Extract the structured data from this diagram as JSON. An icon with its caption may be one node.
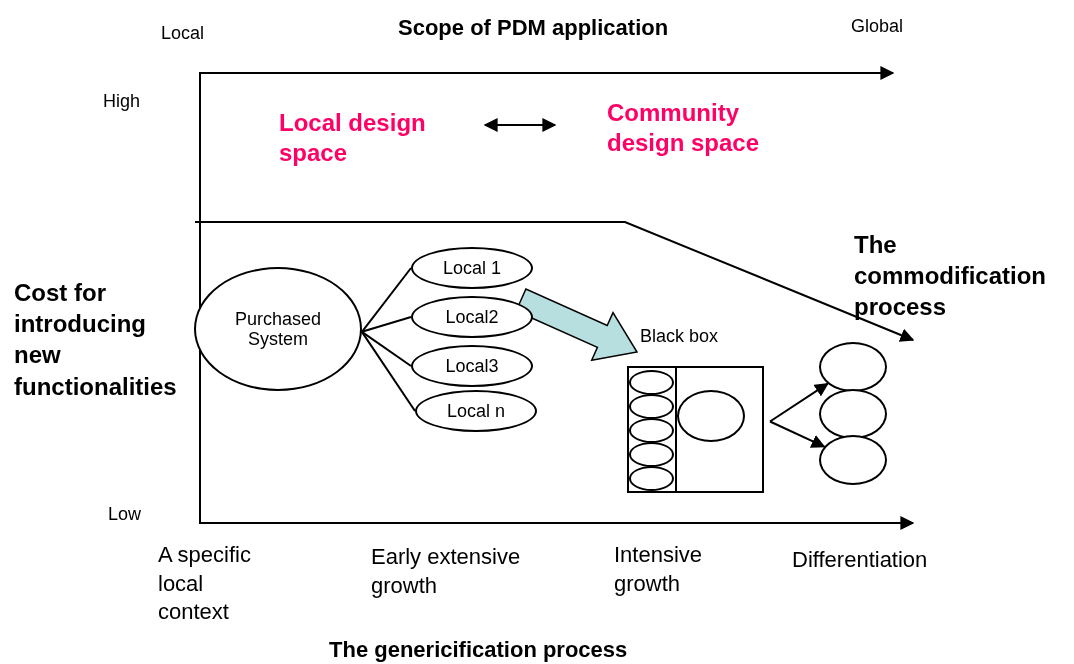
{
  "diagram": {
    "nodes": [
      {
        "text": [
          "Local design space"
        ]
      },
      {
        "text": [
          "Community design space"
        ]
      },
      {
        "text": [
          "Purchased System"
        ]
      },
      {
        "text": [
          "Local 1"
        ]
      },
      {
        "text": [
          "Local2"
        ]
      },
      {
        "text": [
          "Local3"
        ]
      },
      {
        "text": [
          "Local n"
        ]
      },
      {
        "text": [
          "Black box"
        ]
      },
      {
        "text": [],
        "shape": "circle",
        "in": 7
      },
      {
        "text": [],
        "shape": "circle",
        "in": 7
      },
      {
        "text": [],
        "shape": "circle",
        "in": 7
      },
      {
        "text": [],
        "shape": "circle",
        "in": 7
      },
      {
        "text": [],
        "shape": "circle",
        "in": 7
      },
      {
        "text": [],
        "shape": "circle",
        "in": 7
      },
      {
        "text": [],
        "shape": "circle"
      },
      {
        "text": [],
        "shape": "circle"
      },
      {
        "text": [],
        "shape": "circle"
      }
    ],
    "edges": [
      {
        "from": 0,
        "to": 1,
        "arrow": "both"
      },
      {
        "from": 2,
        "to": 3,
        "arrow": "none"
      },
      {
        "from": 2,
        "to": 4,
        "arrow": "none"
      },
      {
        "from": 2,
        "to": 5,
        "arrow": "none"
      },
      {
        "from": 2,
        "to": 6,
        "arrow": "none"
      },
      {
        "from": 4,
        "to": 7,
        "arrow": "to",
        "style": "thick",
        "color": "#b7dfe0"
      },
      {
        "from": 7,
        "to": 14,
        "arrow": "to"
      },
      {
        "from": 7,
        "to": 16,
        "arrow": "to"
      }
    ],
    "labels": [
      "Local",
      "Scope of PDM application",
      "Global",
      "High",
      "Cost for introducing new functionalities",
      "The commodification process",
      "Low",
      "A specific local context",
      "Early extensive growth",
      "Intensive growth",
      "Differentiation",
      "The genericification process"
    ]
  }
}
